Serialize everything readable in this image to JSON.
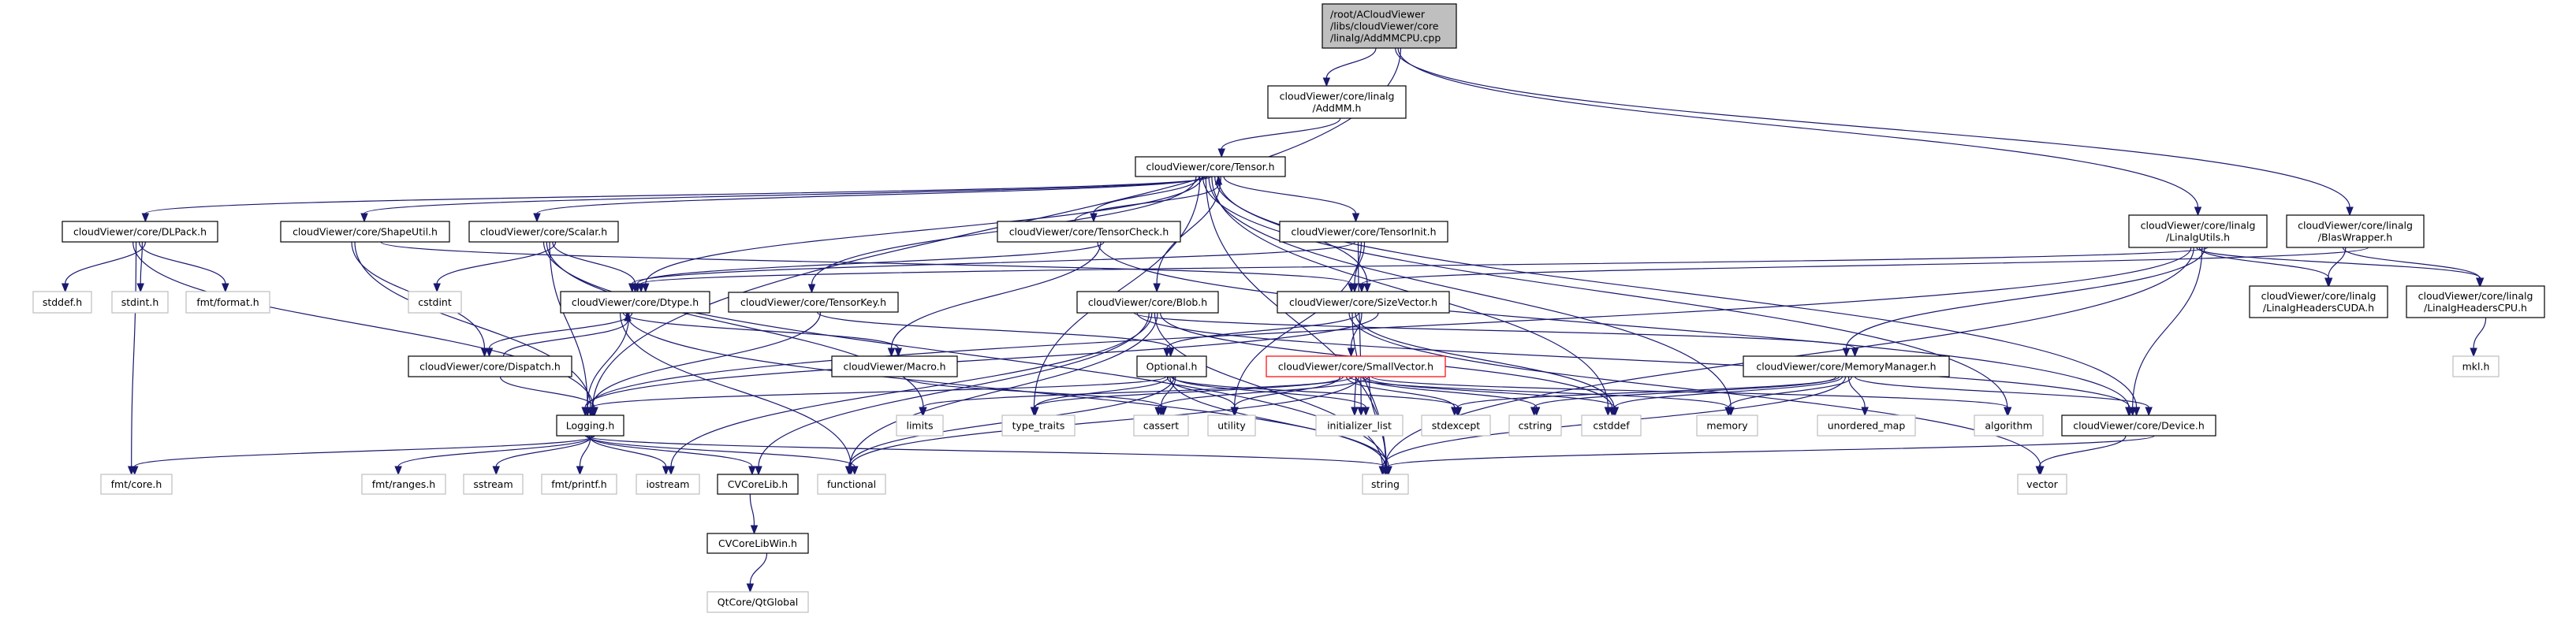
{
  "colors": {
    "edge": "#191970",
    "root_fill": "#bfbfbf",
    "external_border": "#bfbfbf",
    "highlight_border": "#ff0000"
  },
  "nodes": [
    {
      "id": "root",
      "kind": "root",
      "lines": [
        "/root/ACloudViewer",
        "/libs/cloudViewer/core",
        "/linalg/AddMMCPU.cpp"
      ]
    },
    {
      "id": "addmm",
      "kind": "internal",
      "lines": [
        "cloudViewer/core/linalg",
        "/AddMM.h"
      ]
    },
    {
      "id": "tensor",
      "kind": "internal",
      "lines": [
        "cloudViewer/core/Tensor.h"
      ]
    },
    {
      "id": "dlpack",
      "kind": "internal",
      "lines": [
        "cloudViewer/core/DLPack.h"
      ]
    },
    {
      "id": "shapeutil",
      "kind": "internal",
      "lines": [
        "cloudViewer/core/ShapeUtil.h"
      ]
    },
    {
      "id": "scalar",
      "kind": "internal",
      "lines": [
        "cloudViewer/core/Scalar.h"
      ]
    },
    {
      "id": "tensorcheck",
      "kind": "internal",
      "lines": [
        "cloudViewer/core/TensorCheck.h"
      ]
    },
    {
      "id": "tensorinit",
      "kind": "internal",
      "lines": [
        "cloudViewer/core/TensorInit.h"
      ]
    },
    {
      "id": "linalgutils",
      "kind": "internal",
      "lines": [
        "cloudViewer/core/linalg",
        "/LinalgUtils.h"
      ]
    },
    {
      "id": "blaswrapper",
      "kind": "internal",
      "lines": [
        "cloudViewer/core/linalg",
        "/BlasWrapper.h"
      ]
    },
    {
      "id": "stddef_h",
      "kind": "external",
      "lines": [
        "stddef.h"
      ]
    },
    {
      "id": "stdint_h",
      "kind": "external",
      "lines": [
        "stdint.h"
      ]
    },
    {
      "id": "fmtformat",
      "kind": "external",
      "lines": [
        "fmt/format.h"
      ]
    },
    {
      "id": "cstdint",
      "kind": "external",
      "lines": [
        "cstdint"
      ]
    },
    {
      "id": "dtype",
      "kind": "internal",
      "lines": [
        "cloudViewer/core/Dtype.h"
      ]
    },
    {
      "id": "tensorkey",
      "kind": "internal",
      "lines": [
        "cloudViewer/core/TensorKey.h"
      ]
    },
    {
      "id": "blob",
      "kind": "internal",
      "lines": [
        "cloudViewer/core/Blob.h"
      ]
    },
    {
      "id": "sizevector",
      "kind": "internal",
      "lines": [
        "cloudViewer/core/SizeVector.h"
      ]
    },
    {
      "id": "lhcuda",
      "kind": "internal",
      "lines": [
        "cloudViewer/core/linalg",
        "/LinalgHeadersCUDA.h"
      ]
    },
    {
      "id": "lhcpu",
      "kind": "internal",
      "lines": [
        "cloudViewer/core/linalg",
        "/LinalgHeadersCPU.h"
      ]
    },
    {
      "id": "dispatch",
      "kind": "internal",
      "lines": [
        "cloudViewer/core/Dispatch.h"
      ]
    },
    {
      "id": "macro",
      "kind": "internal",
      "lines": [
        "cloudViewer/Macro.h"
      ]
    },
    {
      "id": "optional",
      "kind": "internal",
      "lines": [
        "Optional.h"
      ]
    },
    {
      "id": "smallvector",
      "kind": "highlight",
      "lines": [
        "cloudViewer/core/SmallVector.h"
      ]
    },
    {
      "id": "memorymanager",
      "kind": "internal",
      "lines": [
        "cloudViewer/core/MemoryManager.h"
      ]
    },
    {
      "id": "mkl",
      "kind": "external",
      "lines": [
        "mkl.h"
      ]
    },
    {
      "id": "logging",
      "kind": "internal",
      "lines": [
        "Logging.h"
      ]
    },
    {
      "id": "limits",
      "kind": "external",
      "lines": [
        "limits"
      ]
    },
    {
      "id": "type_traits",
      "kind": "external",
      "lines": [
        "type_traits"
      ]
    },
    {
      "id": "cassert",
      "kind": "external",
      "lines": [
        "cassert"
      ]
    },
    {
      "id": "utility",
      "kind": "external",
      "lines": [
        "utility"
      ]
    },
    {
      "id": "initializer_list",
      "kind": "external",
      "lines": [
        "initializer_list"
      ]
    },
    {
      "id": "stdexcept",
      "kind": "external",
      "lines": [
        "stdexcept"
      ]
    },
    {
      "id": "cstring",
      "kind": "external",
      "lines": [
        "cstring"
      ]
    },
    {
      "id": "cstddef",
      "kind": "external",
      "lines": [
        "cstddef"
      ]
    },
    {
      "id": "memory",
      "kind": "external",
      "lines": [
        "memory"
      ]
    },
    {
      "id": "unordered_map",
      "kind": "external",
      "lines": [
        "unordered_map"
      ]
    },
    {
      "id": "algorithm",
      "kind": "external",
      "lines": [
        "algorithm"
      ]
    },
    {
      "id": "device",
      "kind": "internal",
      "lines": [
        "cloudViewer/core/Device.h"
      ]
    },
    {
      "id": "fmtcore",
      "kind": "external",
      "lines": [
        "fmt/core.h"
      ]
    },
    {
      "id": "fmtranges",
      "kind": "external",
      "lines": [
        "fmt/ranges.h"
      ]
    },
    {
      "id": "sstream",
      "kind": "external",
      "lines": [
        "sstream"
      ]
    },
    {
      "id": "fmtprintf",
      "kind": "external",
      "lines": [
        "fmt/printf.h"
      ]
    },
    {
      "id": "iostream",
      "kind": "external",
      "lines": [
        "iostream"
      ]
    },
    {
      "id": "cvcorelib",
      "kind": "internal",
      "lines": [
        "CVCoreLib.h"
      ]
    },
    {
      "id": "functional",
      "kind": "external",
      "lines": [
        "functional"
      ]
    },
    {
      "id": "string",
      "kind": "external",
      "lines": [
        "string"
      ]
    },
    {
      "id": "vector",
      "kind": "external",
      "lines": [
        "vector"
      ]
    },
    {
      "id": "cvcorelibwin",
      "kind": "internal",
      "lines": [
        "CVCoreLibWin.h"
      ]
    },
    {
      "id": "qtglobal",
      "kind": "external",
      "lines": [
        "QtCore/QtGlobal"
      ]
    }
  ],
  "edges": [
    [
      "root",
      "addmm"
    ],
    [
      "root",
      "logging"
    ],
    [
      "root",
      "linalgutils"
    ],
    [
      "root",
      "blaswrapper"
    ],
    [
      "addmm",
      "tensor"
    ],
    [
      "tensor",
      "dlpack"
    ],
    [
      "tensor",
      "shapeutil"
    ],
    [
      "tensor",
      "scalar"
    ],
    [
      "tensor",
      "dtype"
    ],
    [
      "tensor",
      "tensorcheck"
    ],
    [
      "tensor",
      "tensorkey"
    ],
    [
      "tensor",
      "tensorinit"
    ],
    [
      "tensor",
      "blob"
    ],
    [
      "tensor",
      "sizevector"
    ],
    [
      "tensor",
      "device"
    ],
    [
      "tensor",
      "cstddef"
    ],
    [
      "tensor",
      "memory"
    ],
    [
      "tensor",
      "string"
    ],
    [
      "tensor",
      "algorithm"
    ],
    [
      "tensor",
      "type_traits"
    ],
    [
      "tensorcheck",
      "tensor"
    ],
    [
      "tensorcheck",
      "dtype"
    ],
    [
      "tensorcheck",
      "macro"
    ],
    [
      "tensorcheck",
      "device"
    ],
    [
      "dlpack",
      "stddef_h"
    ],
    [
      "dlpack",
      "stdint_h"
    ],
    [
      "dlpack",
      "fmtformat"
    ],
    [
      "dlpack",
      "fmtcore"
    ],
    [
      "dlpack",
      "logging"
    ],
    [
      "shapeutil",
      "logging"
    ],
    [
      "shapeutil",
      "dispatch"
    ],
    [
      "shapeutil",
      "sizevector"
    ],
    [
      "scalar",
      "cstdint"
    ],
    [
      "scalar",
      "dtype"
    ],
    [
      "scalar",
      "logging"
    ],
    [
      "scalar",
      "limits"
    ],
    [
      "scalar",
      "string"
    ],
    [
      "dtype",
      "dispatch"
    ],
    [
      "dtype",
      "logging"
    ],
    [
      "dtype",
      "string"
    ],
    [
      "dtype",
      "macro"
    ],
    [
      "dtype",
      "functional"
    ],
    [
      "dispatch",
      "dtype"
    ],
    [
      "dispatch",
      "logging"
    ],
    [
      "tensorkey",
      "logging"
    ],
    [
      "tensorkey",
      "optional"
    ],
    [
      "tensorinit",
      "sizevector"
    ],
    [
      "tensorinit",
      "utility"
    ],
    [
      "tensorinit",
      "initializer_list"
    ],
    [
      "tensorinit",
      "dtype"
    ],
    [
      "blob",
      "device"
    ],
    [
      "blob",
      "memorymanager"
    ],
    [
      "blob",
      "cstddef"
    ],
    [
      "blob",
      "functional"
    ],
    [
      "blob",
      "string"
    ],
    [
      "blob",
      "iostream"
    ],
    [
      "blob",
      "cvcorelib"
    ],
    [
      "sizevector",
      "smallvector"
    ],
    [
      "sizevector",
      "optional"
    ],
    [
      "sizevector",
      "cstddef"
    ],
    [
      "sizevector",
      "string"
    ],
    [
      "sizevector",
      "vector"
    ],
    [
      "sizevector",
      "logging"
    ],
    [
      "macro",
      "cassert"
    ],
    [
      "optional",
      "cassert"
    ],
    [
      "optional",
      "functional"
    ],
    [
      "optional",
      "initializer_list"
    ],
    [
      "optional",
      "stdexcept"
    ],
    [
      "optional",
      "string"
    ],
    [
      "optional",
      "type_traits"
    ],
    [
      "optional",
      "utility"
    ],
    [
      "optional",
      "logging"
    ],
    [
      "smallvector",
      "algorithm"
    ],
    [
      "smallvector",
      "cassert"
    ],
    [
      "smallvector",
      "cstddef"
    ],
    [
      "smallvector",
      "cstring"
    ],
    [
      "smallvector",
      "functional"
    ],
    [
      "smallvector",
      "initializer_list"
    ],
    [
      "smallvector",
      "limits"
    ],
    [
      "smallvector",
      "memory"
    ],
    [
      "smallvector",
      "stdexcept"
    ],
    [
      "smallvector",
      "type_traits"
    ],
    [
      "smallvector",
      "utility"
    ],
    [
      "smallvector",
      "string"
    ],
    [
      "logging",
      "fmtcore"
    ],
    [
      "logging",
      "fmtranges"
    ],
    [
      "logging",
      "sstream"
    ],
    [
      "logging",
      "fmtprintf"
    ],
    [
      "logging",
      "iostream"
    ],
    [
      "logging",
      "cvcorelib"
    ],
    [
      "logging",
      "functional"
    ],
    [
      "logging",
      "string"
    ],
    [
      "cvcorelib",
      "cvcorelibwin"
    ],
    [
      "cvcorelibwin",
      "qtglobal"
    ],
    [
      "linalgutils",
      "dtype"
    ],
    [
      "linalgutils",
      "memorymanager"
    ],
    [
      "linalgutils",
      "device"
    ],
    [
      "linalgutils",
      "lhcuda"
    ],
    [
      "linalgutils",
      "lhcpu"
    ],
    [
      "linalgutils",
      "string"
    ],
    [
      "linalgutils",
      "logging"
    ],
    [
      "blaswrapper",
      "lhcuda"
    ],
    [
      "blaswrapper",
      "lhcpu"
    ],
    [
      "blaswrapper",
      "sizevector"
    ],
    [
      "lhcpu",
      "mkl"
    ],
    [
      "memorymanager",
      "device"
    ],
    [
      "memorymanager",
      "memory"
    ],
    [
      "memorymanager",
      "unordered_map"
    ],
    [
      "memorymanager",
      "string"
    ],
    [
      "memorymanager",
      "cstddef"
    ],
    [
      "memorymanager",
      "stdexcept"
    ],
    [
      "memorymanager",
      "cstring"
    ],
    [
      "device",
      "vector"
    ],
    [
      "device",
      "string"
    ]
  ]
}
